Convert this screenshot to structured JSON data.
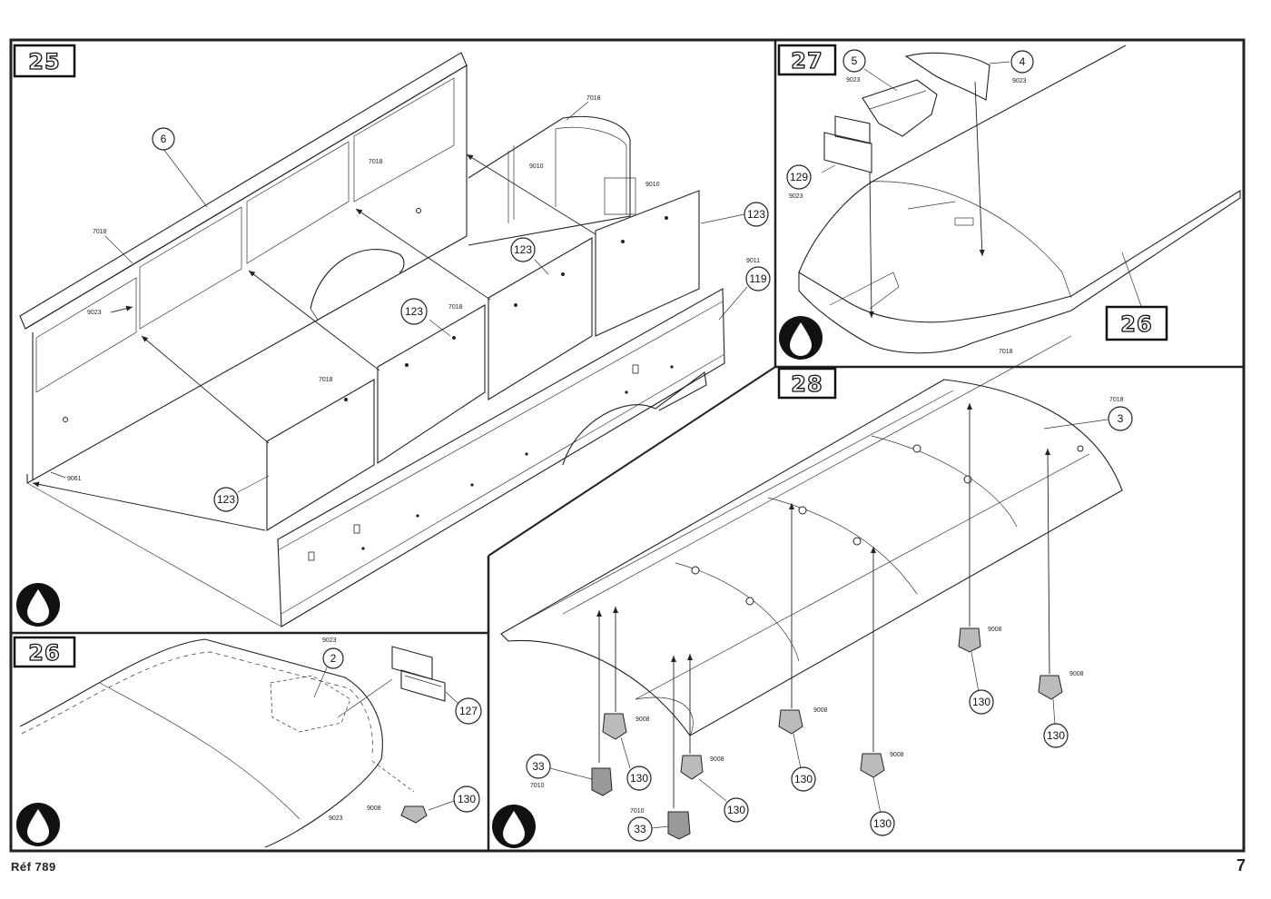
{
  "footer": {
    "ref": "Réf  789",
    "page_number": "7"
  },
  "steps": {
    "s25": {
      "label": "25",
      "parts": {
        "p6": "6",
        "p123a": "123",
        "p123b": "123",
        "p123c": "123",
        "p123d": "123",
        "p119": "119"
      },
      "codes": {
        "c7018a": "7018",
        "c7018b": "7018",
        "c7018c": "7018",
        "c7018d": "7018",
        "c9010a": "9010",
        "c9010b": "9010",
        "c9023": "9023",
        "c9061": "9061",
        "c9011": "9011"
      },
      "icon": "paint-drop-icon"
    },
    "s26": {
      "label": "26",
      "parts": {
        "p2": "2",
        "p127": "127",
        "p130": "130"
      },
      "codes": {
        "c9023a": "9023",
        "c9008": "9008",
        "c9023b": "9023"
      },
      "icon": "paint-drop-icon"
    },
    "s27": {
      "label": "27",
      "parts": {
        "p5": "5",
        "p4": "4",
        "p129": "129"
      },
      "codes": {
        "c9023a": "9023",
        "c9023b": "9023",
        "c9023c": "9023",
        "c7018": "7018"
      },
      "ref_box": "26",
      "icon": "paint-drop-icon"
    },
    "s28": {
      "label": "28",
      "parts": {
        "p3": "3",
        "p33a": "33",
        "p33b": "33",
        "p130a": "130",
        "p130b": "130",
        "p130c": "130",
        "p130d": "130",
        "p130e": "130",
        "p130f": "130"
      },
      "codes": {
        "c7018": "7018",
        "c7010a": "7010",
        "c7010b": "7010",
        "c9008a": "9008",
        "c9008b": "9008",
        "c9008c": "9008",
        "c9008d": "9008",
        "c9008e": "9008",
        "c9008f": "9008"
      },
      "icon": "paint-drop-icon"
    }
  }
}
